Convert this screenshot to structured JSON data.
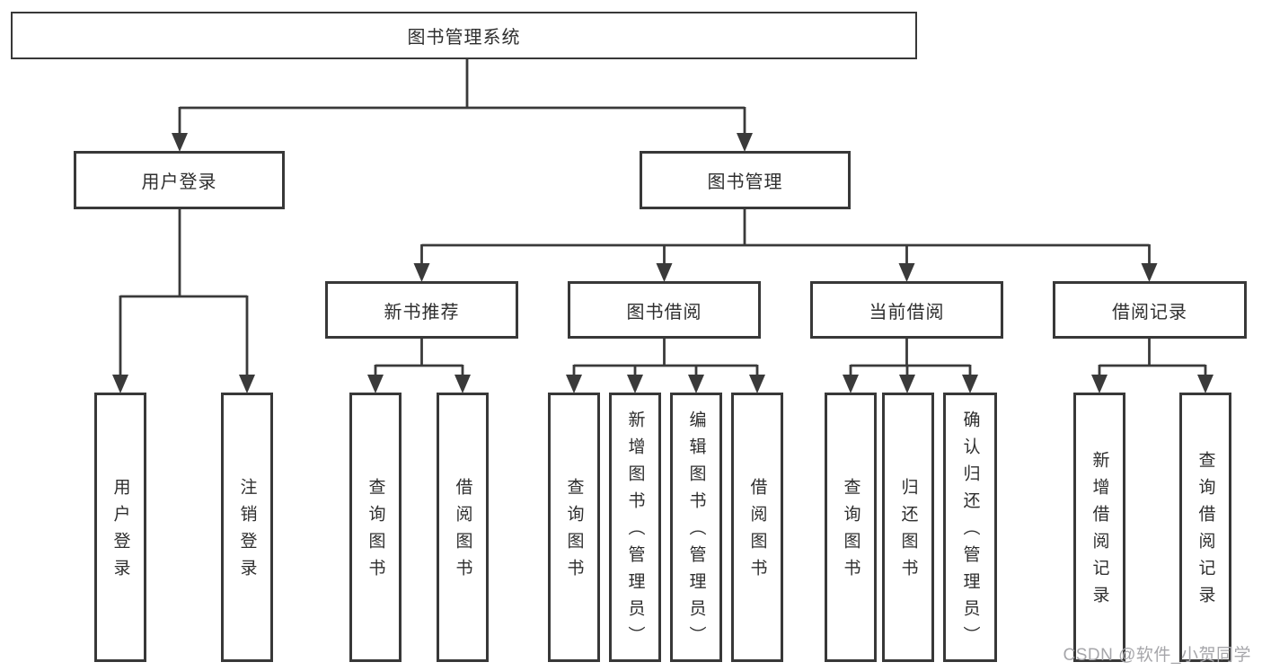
{
  "root": {
    "label": "图书管理系统"
  },
  "level2": {
    "user_login": {
      "label": "用户登录"
    },
    "book_mgmt": {
      "label": "图书管理"
    }
  },
  "level3": {
    "new_books": {
      "label": "新书推荐"
    },
    "borrowing": {
      "label": "图书借阅"
    },
    "current": {
      "label": "当前借阅"
    },
    "records": {
      "label": "借阅记录"
    }
  },
  "leaves": {
    "a1": "用户登录",
    "a2": "注销登录",
    "b1": "查询图书",
    "b2": "借阅图书",
    "c1": "查询图书",
    "c2": "新增图书（管理员）",
    "c3": "编辑图书（管理员）",
    "c4": "借阅图书",
    "d1": "查询图书",
    "d2": "归还图书",
    "d3": "确认归还（管理员）",
    "e1": "新增借阅记录",
    "e2": "查询借阅记录"
  },
  "watermark": "CSDN @软件_小贺同学",
  "colors": {
    "line": "#3a3a3a",
    "border": "#383838",
    "text": "#2e2e2e",
    "watermark": "#a6a6aa",
    "background": "#ffffff"
  }
}
